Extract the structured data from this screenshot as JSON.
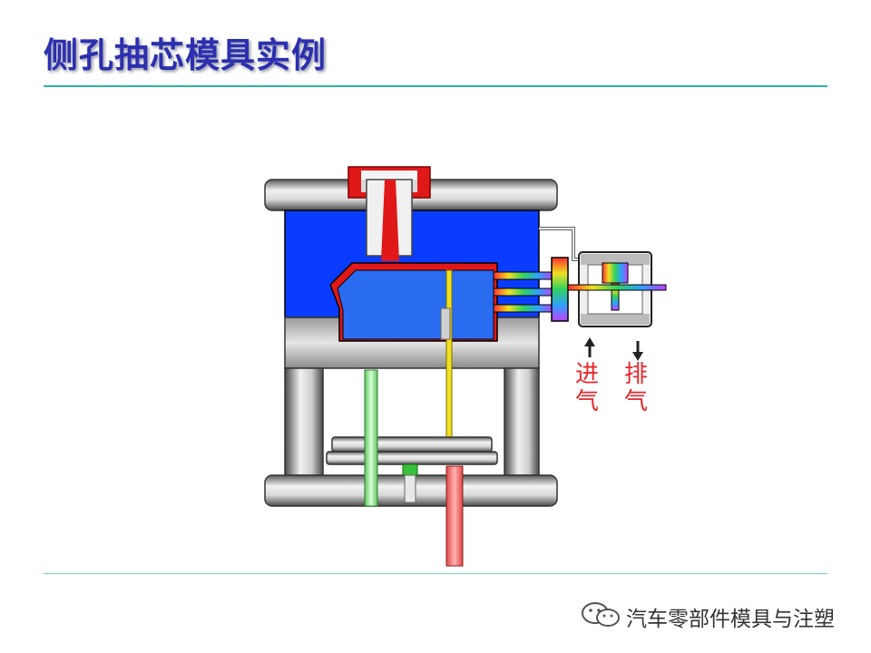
{
  "title": "侧孔抽芯模具实例",
  "labels": {
    "intake": "进气",
    "exhaust": "排气"
  },
  "footer": {
    "icon": "wechat-icon",
    "text": "汽车零部件模具与注塑"
  },
  "colors": {
    "title": "#2b2fb0",
    "rule": "#2bb5a8",
    "mold_plate": "#0a3cff",
    "slider": "#2a6cf0",
    "sprue": "#e01818",
    "ejector_pin": "#f0e020",
    "return_pin": "#8ee08e",
    "push_rod": "#f06a6a",
    "label": "#e8262a"
  }
}
